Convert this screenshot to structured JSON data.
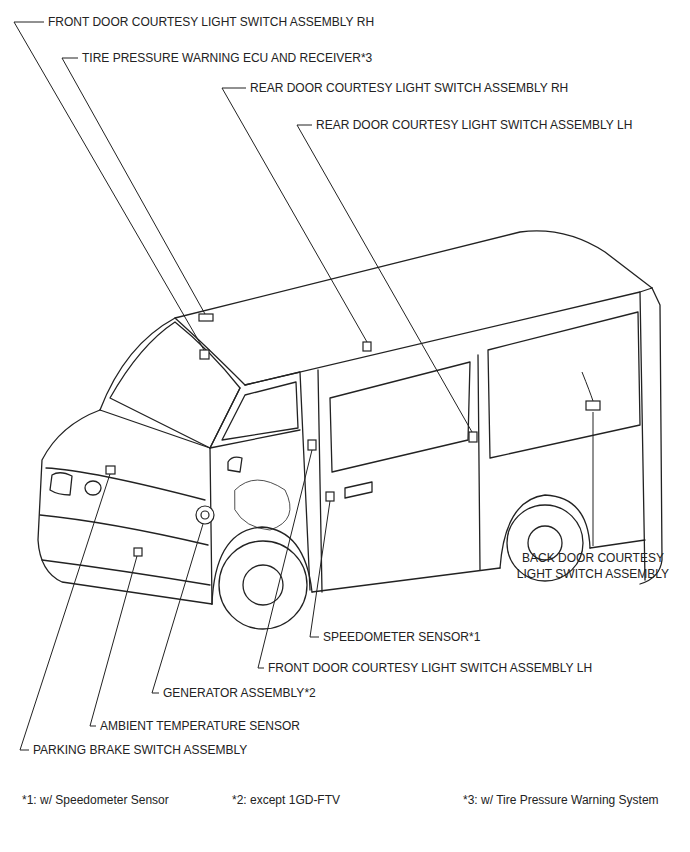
{
  "diagram": {
    "labels": [
      "FRONT DOOR COURTESY LIGHT SWITCH ASSEMBLY RH",
      "TIRE PRESSURE WARNING ECU AND RECEIVER*3",
      "REAR DOOR COURTESY LIGHT SWITCH ASSEMBLY RH",
      "REAR DOOR COURTESY LIGHT SWITCH ASSEMBLY LH",
      "BACK DOOR COURTESY LIGHT SWITCH ASSEMBLY",
      "SPEEDOMETER SENSOR*1",
      "FRONT DOOR COURTESY LIGHT SWITCH ASSEMBLY LH",
      "GENERATOR ASSEMBLY*2",
      "AMBIENT TEMPERATURE SENSOR",
      "PARKING BRAKE SWITCH ASSEMBLY",
      "*1: w/ Speedometer Sensor",
      "*2: except 1GD-FTV",
      "*3: w/ Tire Pressure Warning System"
    ]
  }
}
